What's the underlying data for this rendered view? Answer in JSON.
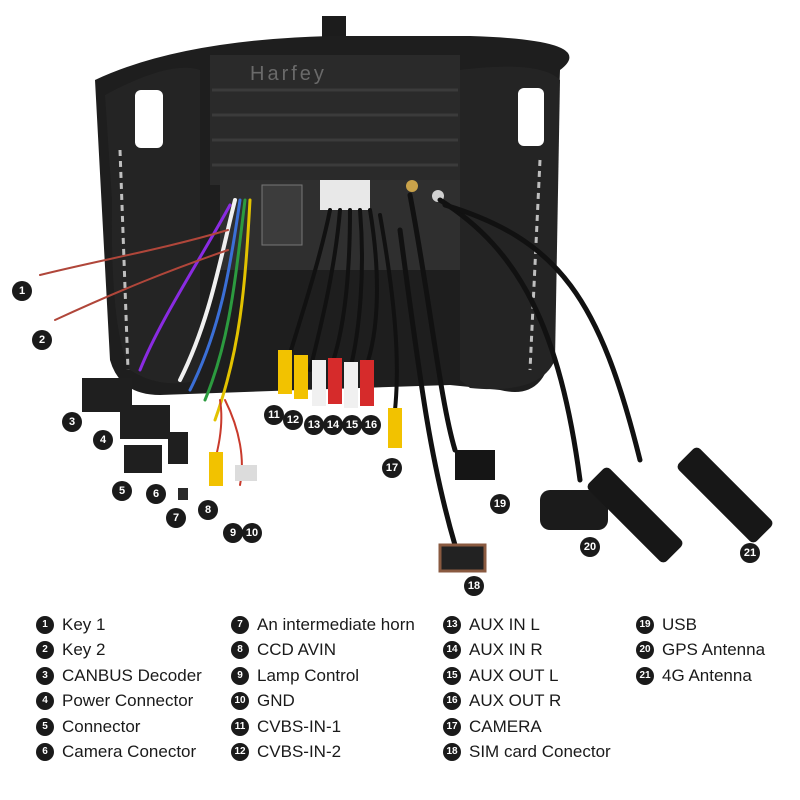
{
  "brand": "Harfey",
  "photo_badges": [
    "1",
    "2",
    "3",
    "4",
    "5",
    "6",
    "7",
    "8",
    "9",
    "10",
    "11",
    "12",
    "13",
    "14",
    "15",
    "16",
    "17",
    "18",
    "19",
    "20",
    "21"
  ],
  "legend": {
    "col1": [
      {
        "num": "1",
        "label": "Key 1"
      },
      {
        "num": "2",
        "label": "Key 2"
      },
      {
        "num": "3",
        "label": "CANBUS Decoder"
      },
      {
        "num": "4",
        "label": "Power Connector"
      },
      {
        "num": "5",
        "label": "Connector"
      },
      {
        "num": "6",
        "label": "Camera Conector"
      }
    ],
    "col2": [
      {
        "num": "7",
        "label": "An intermediate horn"
      },
      {
        "num": "8",
        "label": "CCD AVIN"
      },
      {
        "num": "9",
        "label": "Lamp Control"
      },
      {
        "num": "10",
        "label": "GND"
      },
      {
        "num": "11",
        "label": "CVBS-IN-1"
      },
      {
        "num": "12",
        "label": "CVBS-IN-2"
      }
    ],
    "col3": [
      {
        "num": "13",
        "label": "AUX IN L"
      },
      {
        "num": "14",
        "label": "AUX IN R"
      },
      {
        "num": "15",
        "label": "AUX OUT L"
      },
      {
        "num": "16",
        "label": "AUX OUT R"
      },
      {
        "num": "17",
        "label": "CAMERA"
      },
      {
        "num": "18",
        "label": "SIM card Conector"
      }
    ],
    "col4": [
      {
        "num": "19",
        "label": "USB"
      },
      {
        "num": "20",
        "label": "GPS Antenna"
      },
      {
        "num": "21",
        "label": "4G Antenna"
      }
    ]
  }
}
